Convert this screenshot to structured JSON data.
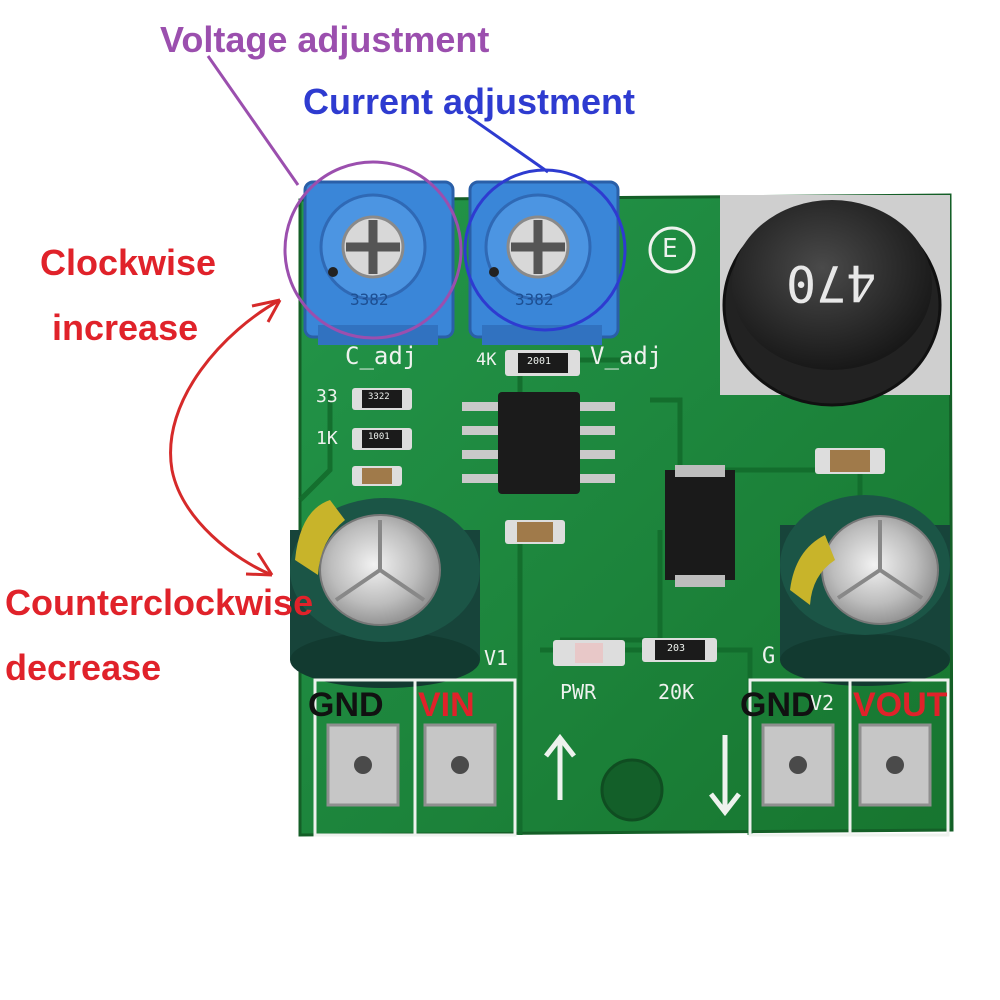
{
  "annotations": {
    "voltage_adjustment": "Voltage adjustment",
    "current_adjustment": "Current adjustment",
    "clockwise_line1": "Clockwise",
    "clockwise_line2": "increase",
    "counterclockwise_line1": "Counterclockwise",
    "counterclockwise_line2": "decrease"
  },
  "terminals": {
    "gnd_in": "GND",
    "vin": "VIN",
    "gnd_out": "GND",
    "vout": "VOUT"
  },
  "silkscreen": {
    "c_adj": "C_adj",
    "v_adj": "V_adj",
    "r_4k": "4K",
    "r_33": "33",
    "r_1k": "1K",
    "v1": "V1",
    "v2": "V2",
    "pwr": "PWR",
    "r_20k": "20K",
    "g_label": "G",
    "e_mark": "E",
    "pot_code_1": "3382",
    "pot_code_2": "3382",
    "inductor_code": "470",
    "smd_2001": "2001",
    "smd_3322": "3322",
    "smd_1001": "1001",
    "smd_203": "203"
  },
  "colors": {
    "voltage_adjustment": "#9b4fae",
    "current_adjustment": "#2e3bd0",
    "clockwise_text": "#e0222a",
    "arrow": "#d62a2a",
    "pcb_green": "#1f8a3c",
    "pot_blue": "#3a86d8",
    "terminal_gnd": "#111111",
    "terminal_vin": "#e0222a"
  }
}
